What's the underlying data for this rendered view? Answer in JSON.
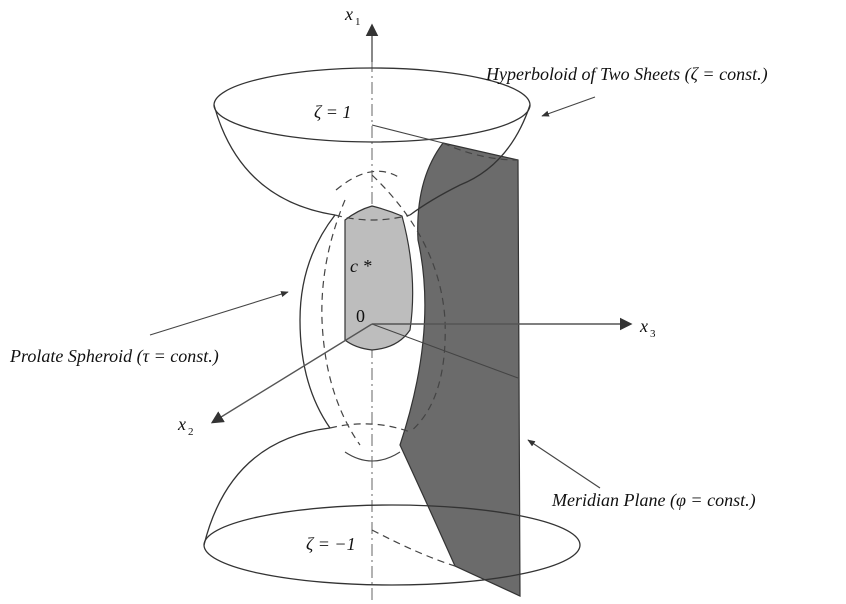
{
  "labels": {
    "x1": "x",
    "x1_sub": "1",
    "x2": "x",
    "x2_sub": "2",
    "x3": "x",
    "x3_sub": "3",
    "origin": "0",
    "focus": "c *",
    "zeta_top": "ζ = 1",
    "zeta_bottom": "ζ = −1",
    "hyperboloid": "Hyperboloid of Two Sheets (ζ = const.)",
    "spheroid": "Prolate Spheroid (τ = const.)",
    "meridian": "Meridian Plane (φ = const.)"
  },
  "colors": {
    "dark_fill": "#6b6b6b",
    "light_fill": "#bdbdbd",
    "stroke": "#333333"
  }
}
